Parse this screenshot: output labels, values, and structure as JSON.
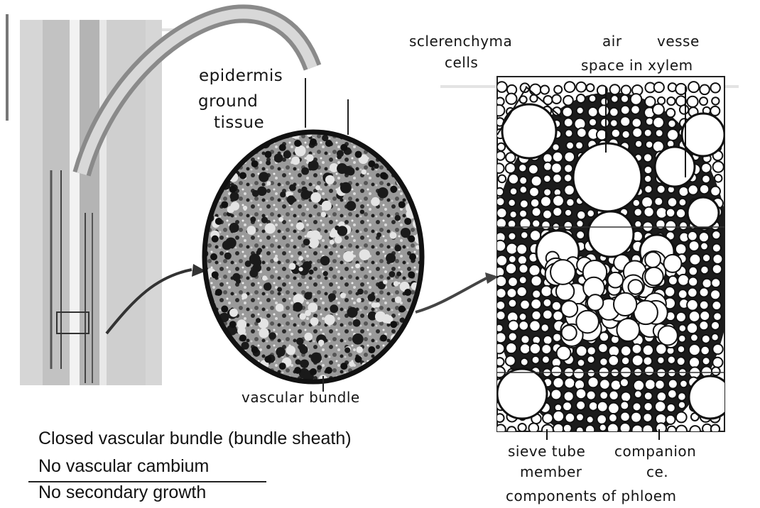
{
  "labels": {
    "sclerenchyma": "sclerenchyma",
    "cells": "cells",
    "air": "air",
    "space_in_xylem": "space in xylem",
    "vessel": "vesse",
    "epidermis": "epidermis",
    "ground": "ground",
    "tissue": "tissue",
    "vascular_bundle": "vascular bundle",
    "sieve_tube": "sieve tube",
    "member": "member",
    "companion": "companion",
    "cc": "ce.",
    "components_of_phloem": "components of phloem"
  },
  "notes": [
    "Closed vascular bundle (bundle sheath)",
    "No vascular cambium",
    "No secondary growth"
  ]
}
